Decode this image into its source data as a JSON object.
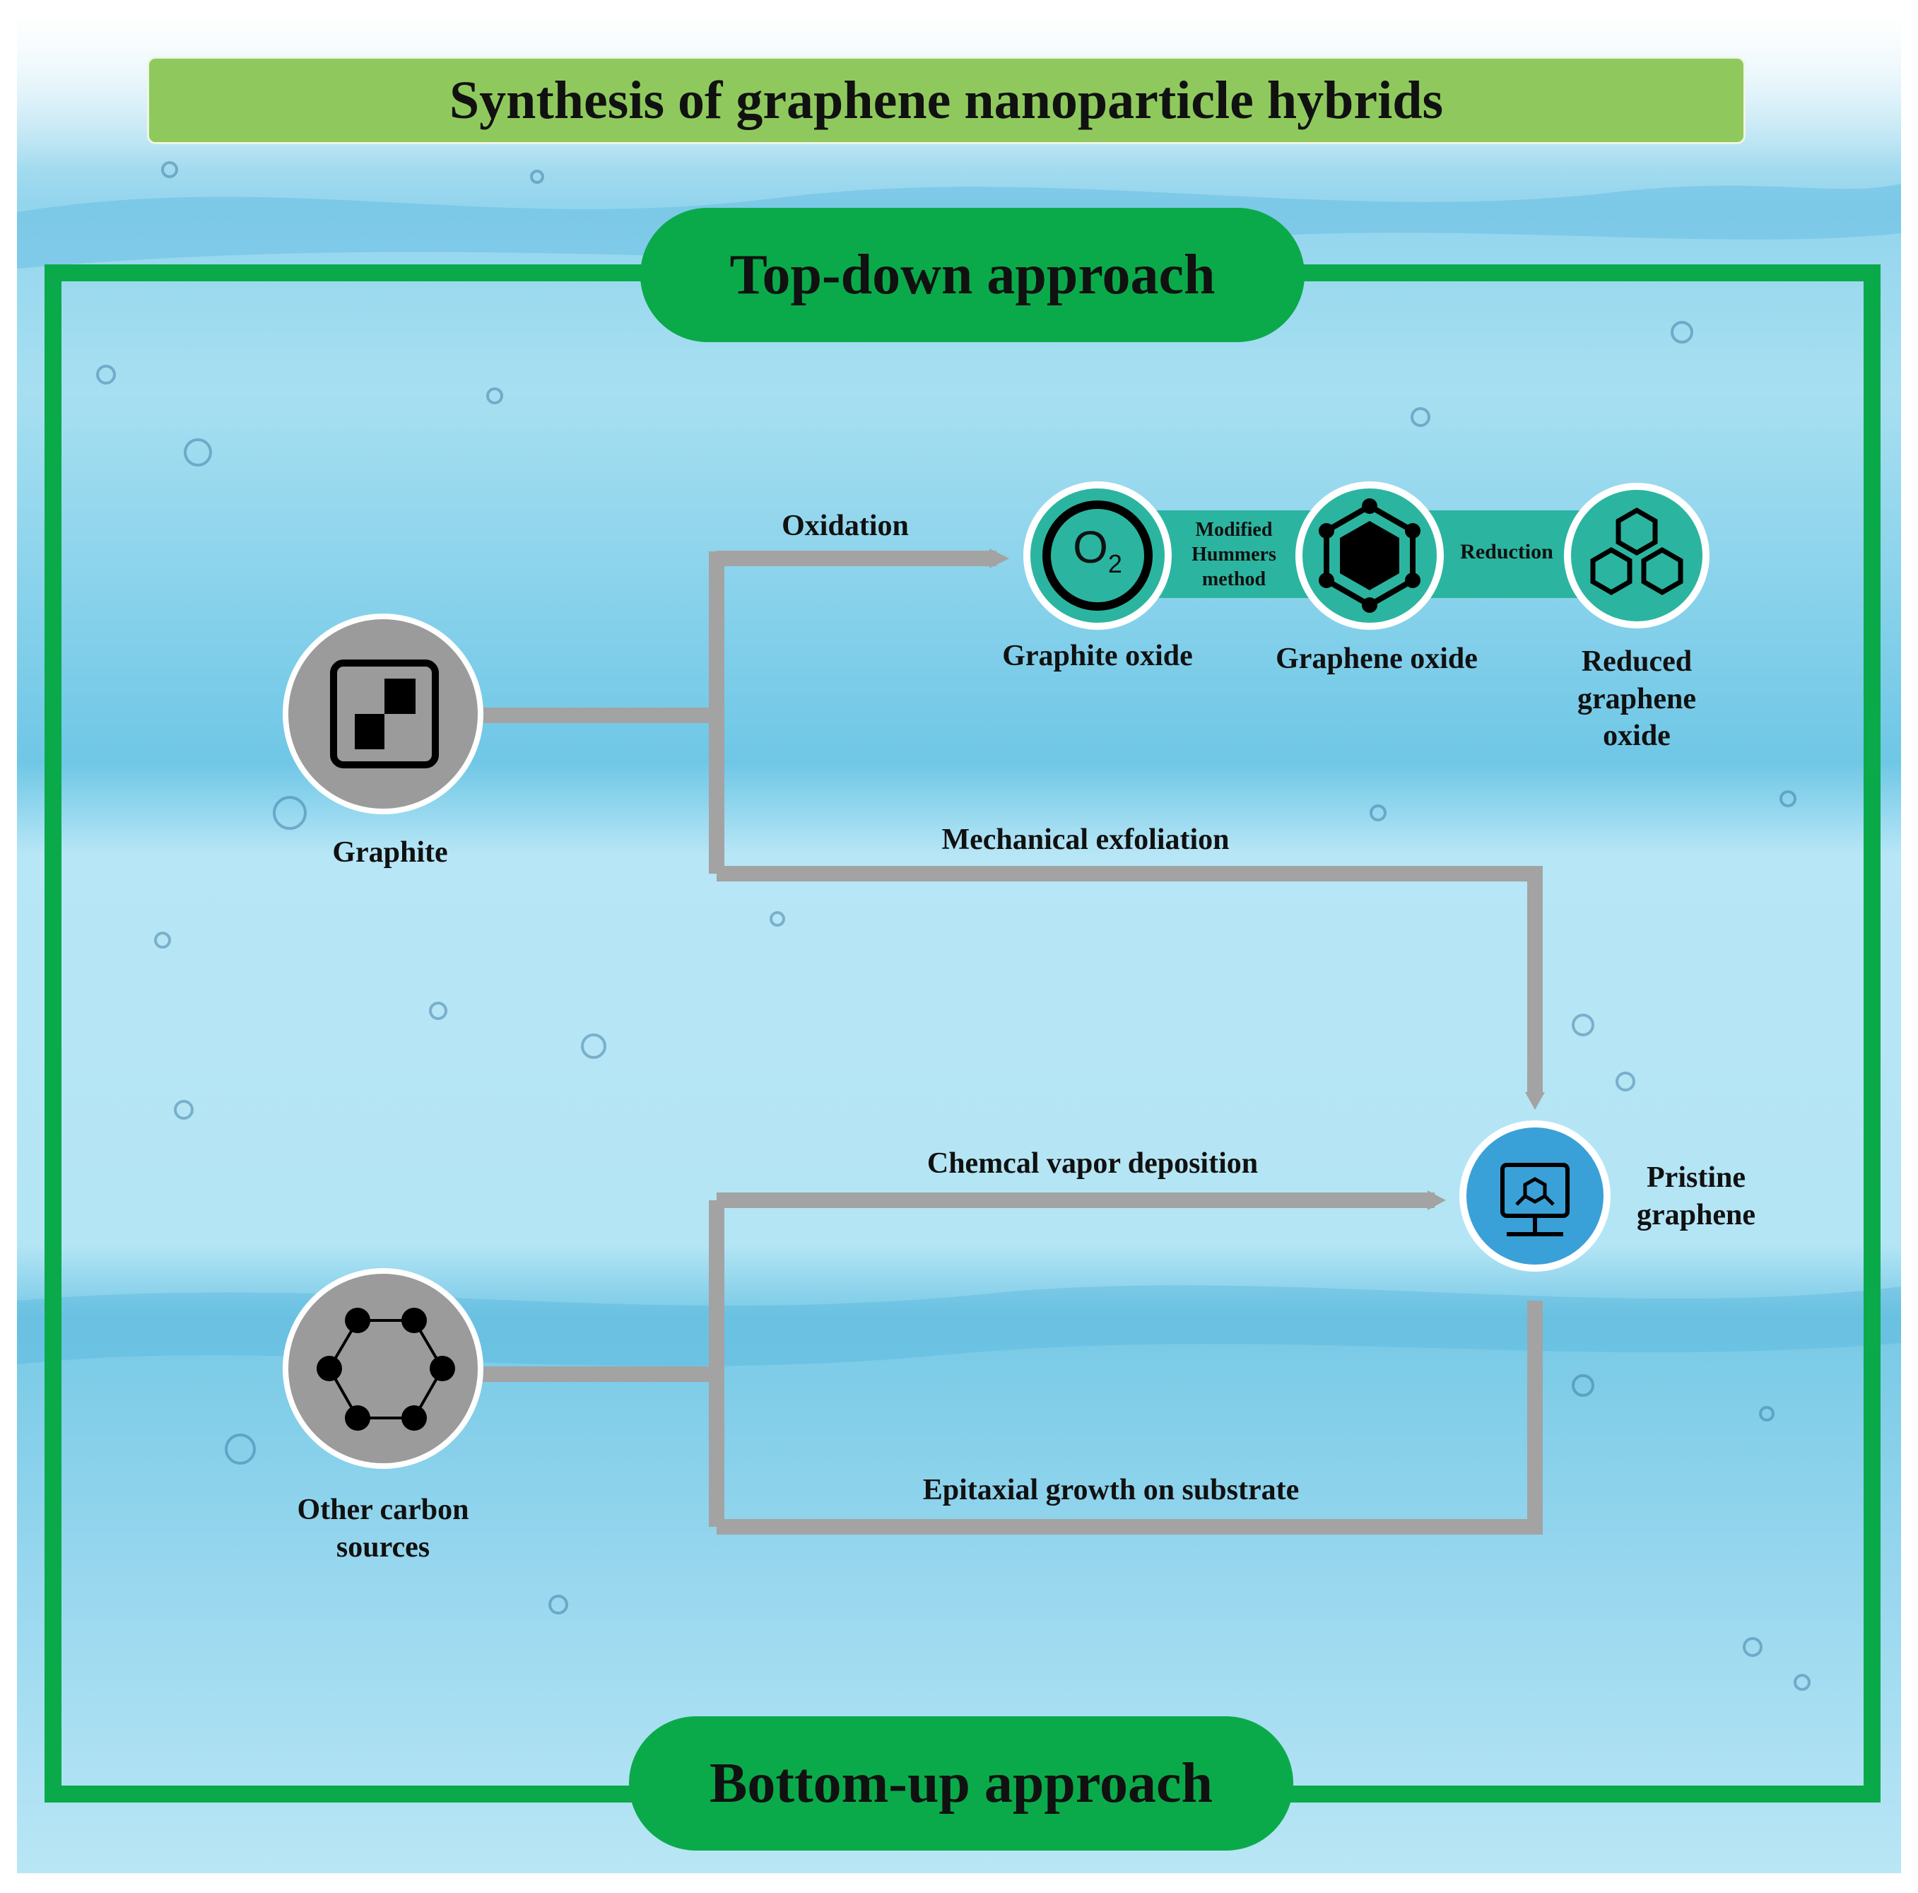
{
  "title": "Synthesis of graphene nanoparticle hybrids",
  "approaches": {
    "top": "Top-down approach",
    "bottom": "Bottom-up approach"
  },
  "sources": {
    "graphite": "Graphite",
    "other_carbon_line1": "Other carbon",
    "other_carbon_line2": "sources"
  },
  "pathways": {
    "oxidation": "Oxidation",
    "mechanical": "Mechanical exfoliation",
    "cvd": "Chemcal vapor deposition",
    "epitaxial": "Epitaxial growth on substrate"
  },
  "oxide_chain": {
    "modified_line1": "Modified",
    "modified_line2": "Hummers",
    "modified_line3": "method",
    "reduction": "Reduction",
    "o2_symbol": "O",
    "o2_subscript": "2",
    "graphite_oxide": "Graphite oxide",
    "graphene_oxide": "Graphene oxide",
    "rgo_line1": "Reduced",
    "rgo_line2": "graphene",
    "rgo_line3": "oxide"
  },
  "product": {
    "line1": "Pristine",
    "line2": "graphene"
  },
  "colors": {
    "frame_green": "#0aaa4a",
    "title_green": "#8fc95e",
    "connector_gray": "#a3a3a3",
    "teal": "#2bb5a0",
    "product_blue": "#3aa0d8",
    "source_gray": "#9b9b9b",
    "water_light": "#bfe8f6",
    "water_mid": "#7ccde9"
  },
  "icons": {
    "graphite": "graphite-square-icon",
    "other_carbon": "carbon-ring-icon",
    "graphite_oxide": "oxygen-icon",
    "graphene_oxide": "hexagon-network-icon",
    "reduced_graphene_oxide": "triple-hexagon-icon",
    "pristine_graphene": "monitor-molecule-icon"
  }
}
